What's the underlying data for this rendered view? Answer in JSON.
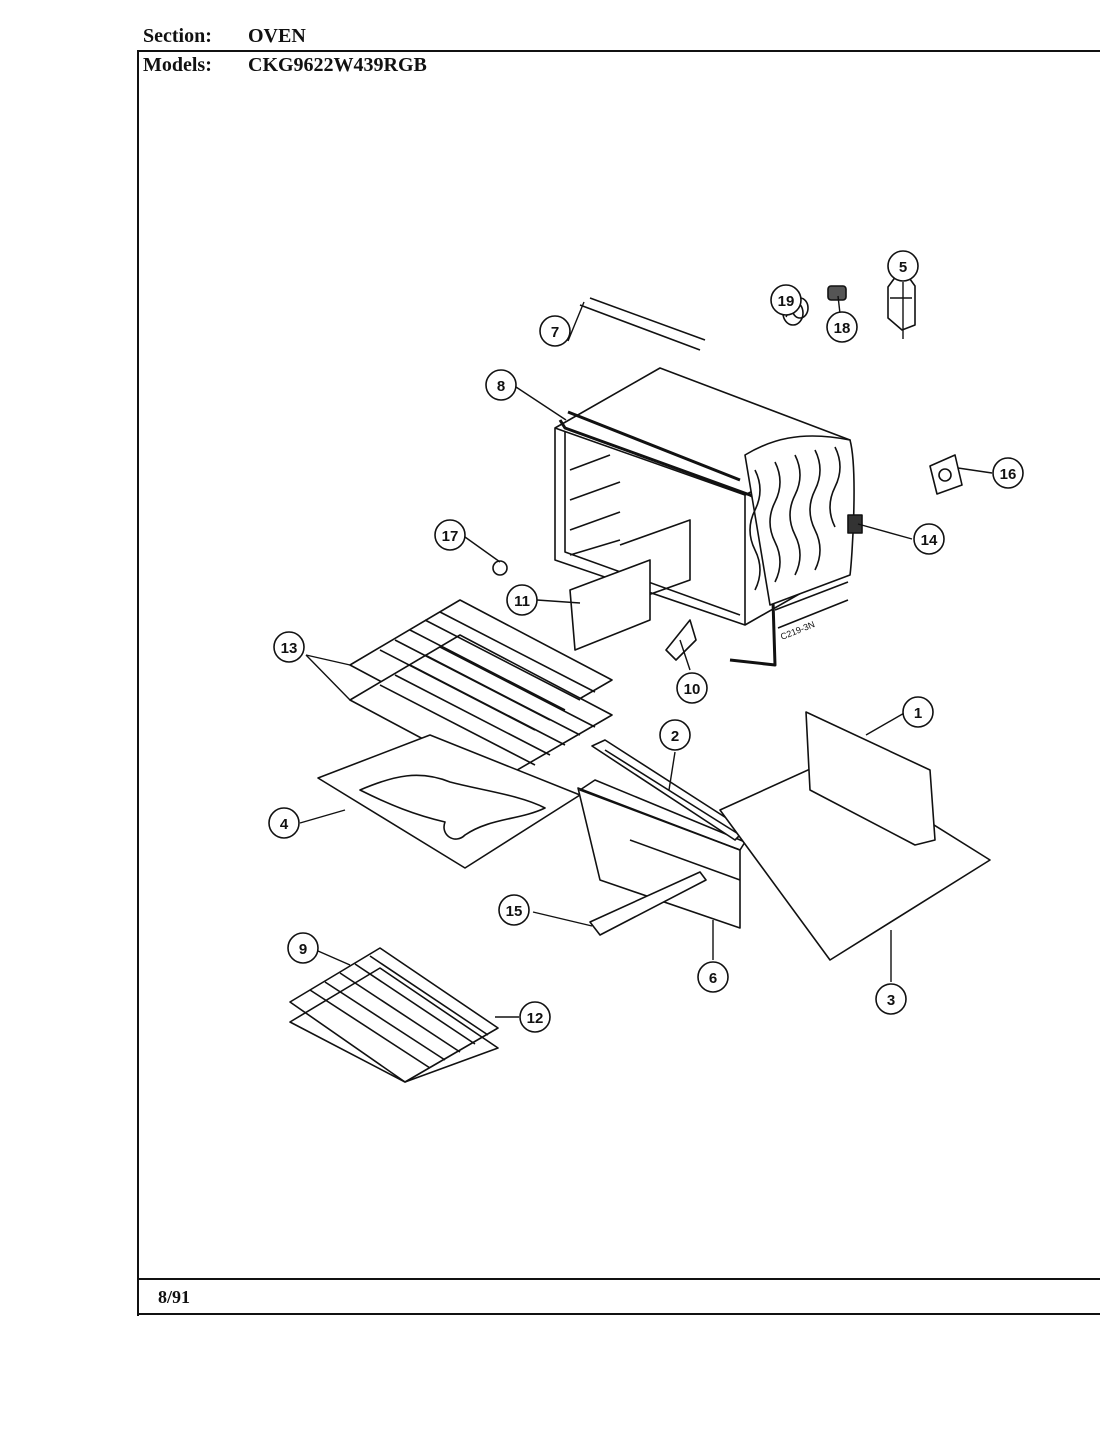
{
  "header": {
    "section_key": "Section:",
    "section_value": "OVEN",
    "models_key": "Models:",
    "models_value": "CKG9622W439RGB"
  },
  "footer": {
    "date": "8/91"
  },
  "diagram": {
    "part_mark": "C219-3N",
    "callouts": [
      "1",
      "2",
      "3",
      "4",
      "5",
      "6",
      "7",
      "8",
      "9",
      "10",
      "11",
      "12",
      "13",
      "14",
      "15",
      "16",
      "17",
      "18",
      "19"
    ]
  }
}
